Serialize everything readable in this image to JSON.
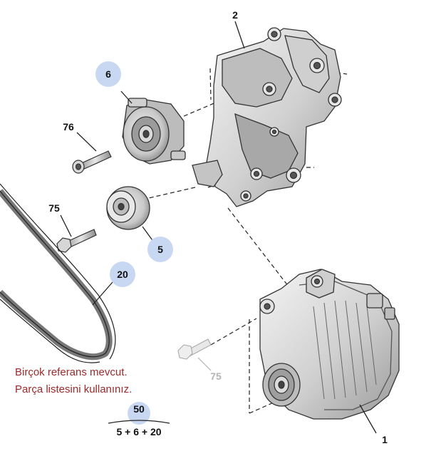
{
  "callouts": {
    "c1": "1",
    "c2": "2",
    "c5": "5",
    "c6": "6",
    "c20": "20",
    "c75a": "75",
    "c75b": "75",
    "c76": "76"
  },
  "notes": {
    "line1": "Birçok referans mevcut.",
    "line2": "Parça listesini kullanınız."
  },
  "kit": {
    "total": "50",
    "formula": "5 + 6 + 20"
  },
  "colors": {
    "highlight_circle": "#c9d8f2",
    "note_text": "#9b2a2a",
    "callout_text": "#111111",
    "faded_callout": "#b4b4b4"
  }
}
